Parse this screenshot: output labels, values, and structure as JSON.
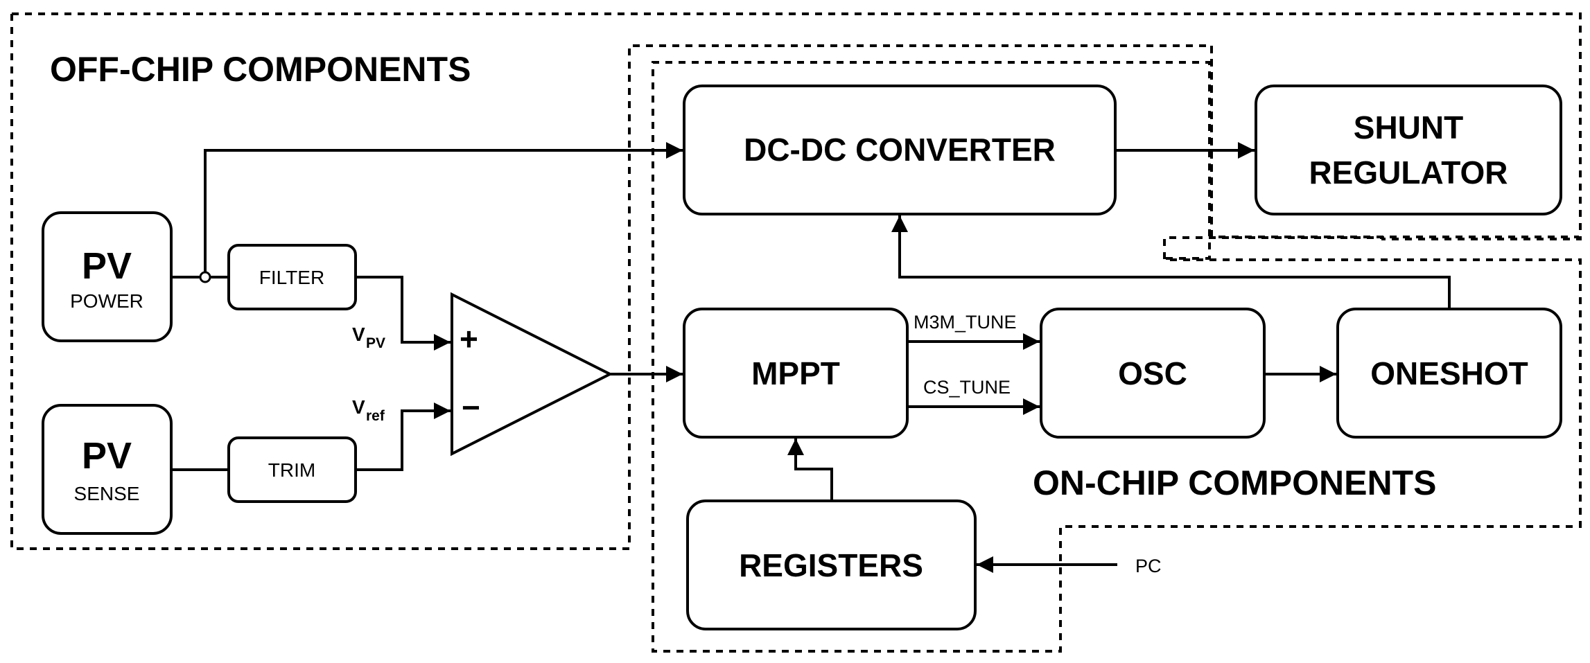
{
  "regions": {
    "off_chip": "OFF-CHIP COMPONENTS",
    "on_chip": "ON-CHIP COMPONENTS"
  },
  "blocks": {
    "pv_power": {
      "title": "PV",
      "sub": "POWER"
    },
    "pv_sense": {
      "title": "PV",
      "sub": "SENSE"
    },
    "filter": "FILTER",
    "trim": "TRIM",
    "dcdc": "DC-DC CONVERTER",
    "shunt_line1": "SHUNT",
    "shunt_line2": "REGULATOR",
    "mppt": "MPPT",
    "osc": "OSC",
    "oneshot": "ONESHOT",
    "registers": "REGISTERS"
  },
  "signals": {
    "vpv_main": "V",
    "vpv_sub": "PV",
    "vref_main": "V",
    "vref_sub": "ref",
    "plus": "+",
    "minus": "−",
    "m3m_tune": "M3M_TUNE",
    "cs_tune": "CS_TUNE",
    "pc": "PC"
  }
}
